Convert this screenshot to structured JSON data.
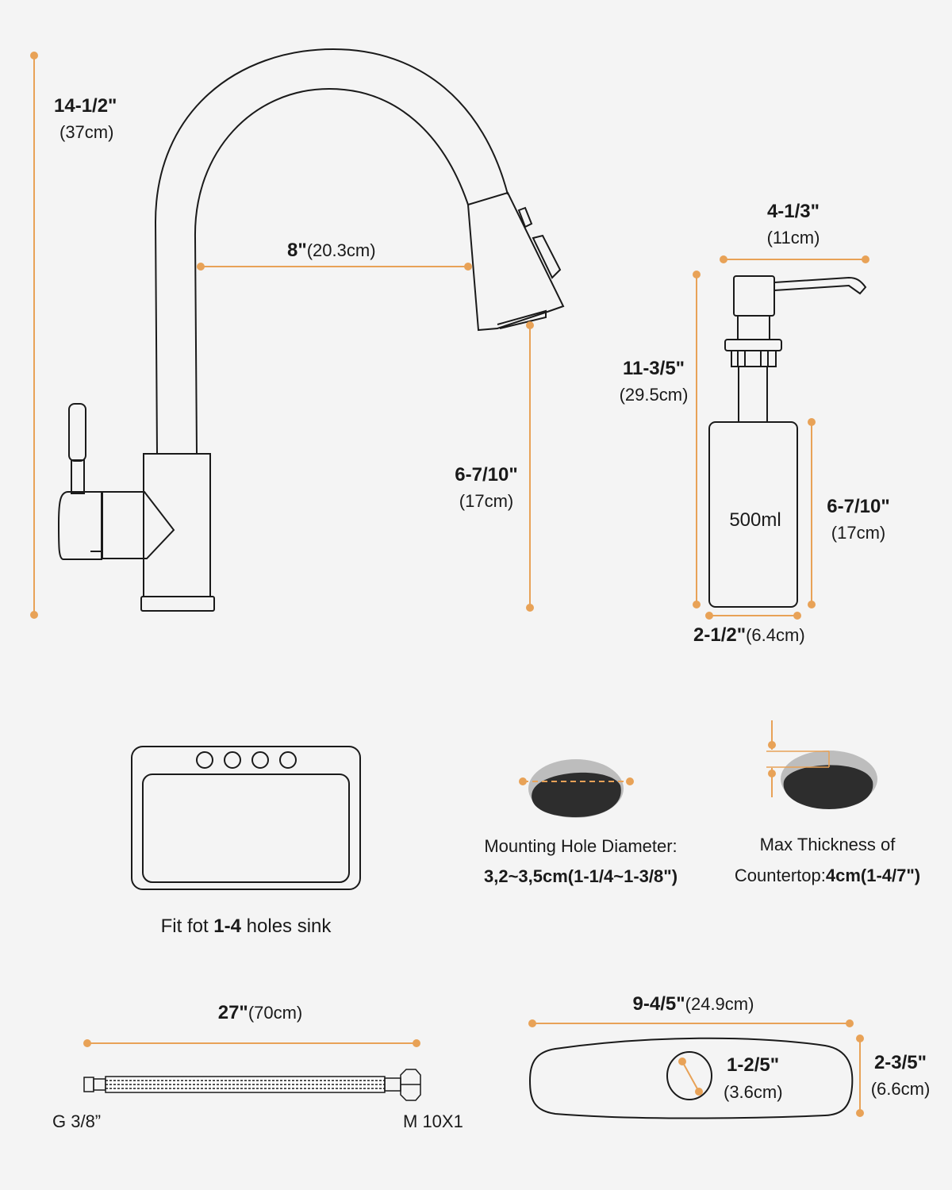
{
  "colors": {
    "accent": "#e8a257",
    "line": "#1a1a1a",
    "hole_dark": "#2d2d2d",
    "hole_rim": "#bdbdbd",
    "background": "#f4f4f4"
  },
  "faucet": {
    "height_in": "14-1/2\"",
    "height_cm": "(37cm)",
    "reach_in": "8\"",
    "reach_cm": "(20.3cm)",
    "spout_height_in": "6-7/10\"",
    "spout_height_cm": "(17cm)"
  },
  "dispenser": {
    "width_in": "4-1/3\"",
    "width_cm": "(11cm)",
    "height_in": "11-3/5\"",
    "height_cm": "(29.5cm)",
    "bottle_height_in": "6-7/10\"",
    "bottle_height_cm": "(17cm)",
    "bottle_width_in": "2-1/2\"",
    "bottle_width_cm": "(6.4cm)",
    "capacity": "500ml"
  },
  "sink": {
    "caption_pre": "Fit fot ",
    "caption_bold": "1-4",
    "caption_post": " holes sink"
  },
  "mounting_hole": {
    "line1": "Mounting Hole Diameter:",
    "line2": "3,2~3,5cm(1-1/4~1-3/8\")"
  },
  "countertop": {
    "line1": "Max Thickness of",
    "line2_pre": "Countertop:",
    "line2_bold": "4cm(1-4/7\")"
  },
  "hose": {
    "length_in": "27\"",
    "length_cm": "(70cm)",
    "left_thread": "G 3/8”",
    "right_thread": "M 10X1"
  },
  "deck_plate": {
    "length_in": "9-4/5\"",
    "length_cm": "(24.9cm)",
    "hole_in": "1-2/5\"",
    "hole_cm": "(3.6cm)",
    "width_in": "2-3/5\"",
    "width_cm": "(6.6cm)"
  }
}
